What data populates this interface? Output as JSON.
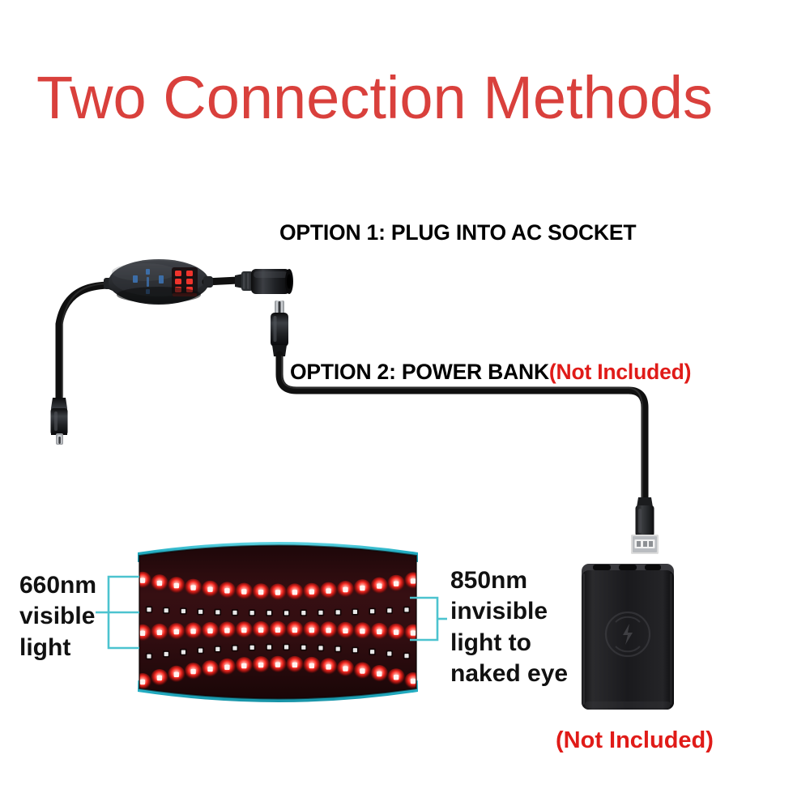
{
  "page": {
    "title": "Two Connection Methods",
    "background_color": "#ffffff",
    "title_color": "#d9403c"
  },
  "labels": {
    "option1": "OPTION 1: PLUG INTO AC SOCKET",
    "option2_main": "OPTION 2: POWER BANK",
    "option2_note": "(Not Included)",
    "note_color": "#e01b18",
    "powerbank_note": "(Not Included)"
  },
  "annotations": {
    "left": {
      "text": "660nm\nvisible\nlight",
      "wavelength": "660nm",
      "description": "visible light",
      "bracket_color": "#4cc3cf"
    },
    "right": {
      "text": "850nm\ninvisible\nlight to\nnaked eye",
      "wavelength": "850nm",
      "description": "invisible light to naked eye",
      "bracket_color": "#4cc3cf"
    }
  },
  "devices": {
    "controller": {
      "name": "inline-controller-pod",
      "body_color": "#2b2d30",
      "display_color": "#e02a2a",
      "button_color": "#3f6fa8",
      "display_segments": 6
    },
    "dc_jack_female": {
      "name": "dc-barrel-jack-female",
      "color": "#1d1f22"
    },
    "dc_plug_male": {
      "name": "dc-barrel-plug-male",
      "color": "#1d1f22"
    },
    "dc_plug_belt": {
      "name": "dc-barrel-plug-belt-end",
      "color": "#1d1f22"
    },
    "usb_plug": {
      "name": "usb-a-plug",
      "body_color": "#2a2c2e",
      "contact_color": "#d8d8d8"
    },
    "power_bank": {
      "name": "power-bank",
      "body_color": "#19191b",
      "wireless_pad_label": "wireless-charging-symbol",
      "ports": 3
    },
    "cable_color": "#141414"
  },
  "belt": {
    "name": "red-light-therapy-belt",
    "panel_color": "#2a0c0e",
    "trim_color": "#29b6cc",
    "led_red_color": "#ff2a2a",
    "led_ir_color": "#e8e8e8",
    "red_rows": 3,
    "red_per_row": 17,
    "ir_rows": 2,
    "ir_per_row": 16
  },
  "chart_data": null
}
